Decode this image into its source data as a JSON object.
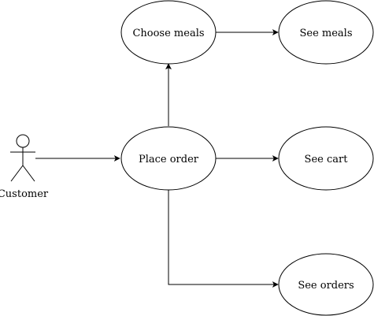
{
  "diagram": {
    "actor": {
      "label": "Customer"
    },
    "nodes": {
      "choose_meals": "Choose meals",
      "see_meals": "See meals",
      "place_order": "Place order",
      "see_cart": "See cart",
      "see_orders": "See orders"
    },
    "edges": [
      {
        "from": "Customer",
        "to": "Place order"
      },
      {
        "from": "Place order",
        "to": "Choose meals"
      },
      {
        "from": "Choose meals",
        "to": "See meals"
      },
      {
        "from": "Place order",
        "to": "See cart"
      },
      {
        "from": "Place order",
        "to": "See orders"
      }
    ]
  }
}
